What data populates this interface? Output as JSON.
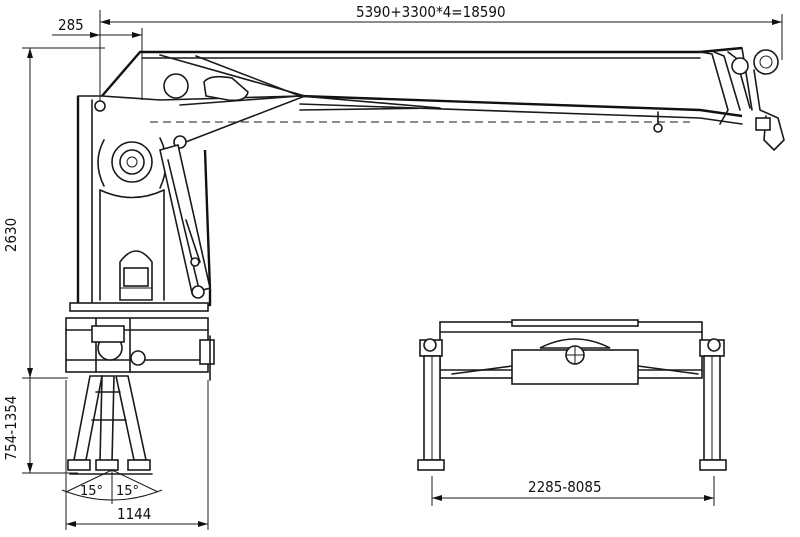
{
  "dimensions": {
    "boom_length": "5390+3300*4=18590",
    "front_offset": "285",
    "height": "2630",
    "outrigger_height": "754-1354",
    "leg_angle_left": "15°",
    "leg_angle_right": "15°",
    "base_width": "1144",
    "outrigger_span": "2285-8085"
  },
  "colors": {
    "line": "#1a1a1a",
    "background": "#ffffff",
    "shade": "#e9ecef"
  }
}
